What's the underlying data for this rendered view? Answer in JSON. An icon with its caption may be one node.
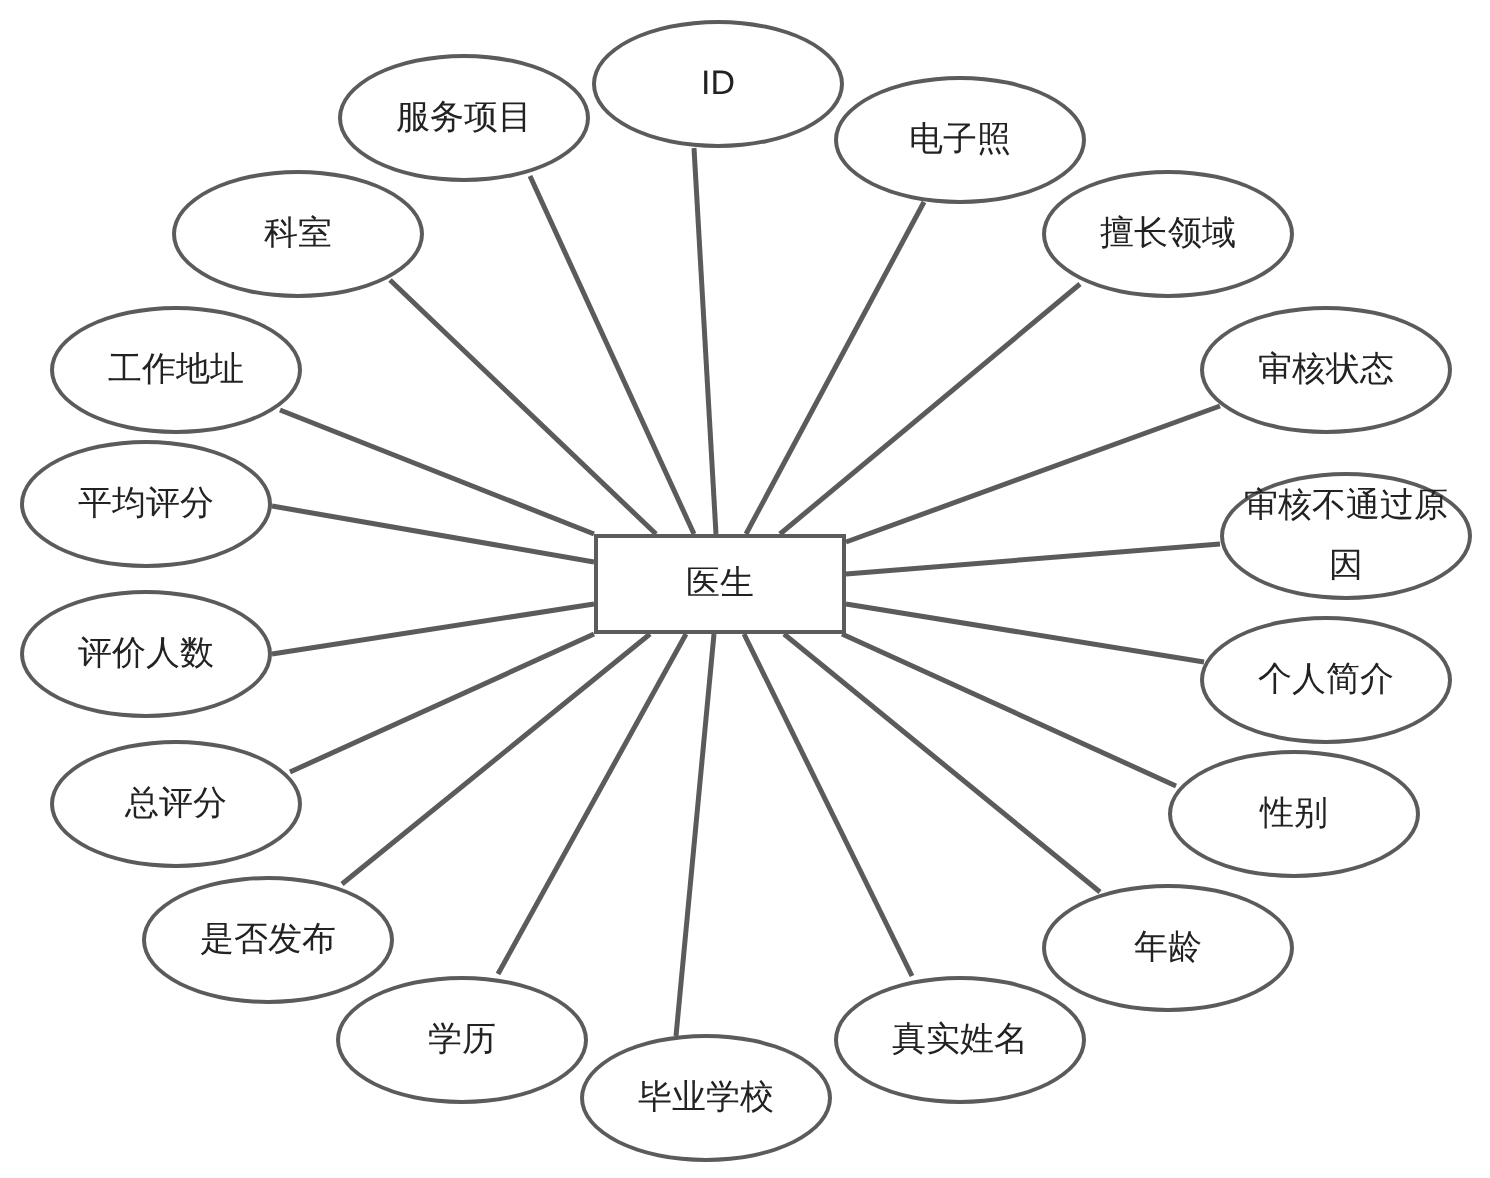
{
  "diagram": {
    "nodes": [
      {
        "text": [
          "医生"
        ]
      },
      {
        "text": [
          "ID"
        ]
      },
      {
        "text": [
          "服务项目"
        ]
      },
      {
        "text": [
          "电子照"
        ]
      },
      {
        "text": [
          "科室"
        ]
      },
      {
        "text": [
          "擅长领域"
        ]
      },
      {
        "text": [
          "工作地址"
        ]
      },
      {
        "text": [
          "审核状态"
        ]
      },
      {
        "text": [
          "平均评分"
        ]
      },
      {
        "text": [
          "审核不通过原因"
        ]
      },
      {
        "text": [
          "评价人数"
        ]
      },
      {
        "text": [
          "个人简介"
        ]
      },
      {
        "text": [
          "总评分"
        ]
      },
      {
        "text": [
          "性别"
        ]
      },
      {
        "text": [
          "是否发布"
        ]
      },
      {
        "text": [
          "年龄"
        ]
      },
      {
        "text": [
          "学历"
        ]
      },
      {
        "text": [
          "真实姓名"
        ]
      },
      {
        "text": [
          "毕业学校"
        ]
      }
    ],
    "edges": [
      {
        "from": 0,
        "to": 1,
        "arrow": "none"
      },
      {
        "from": 0,
        "to": 2,
        "arrow": "none"
      },
      {
        "from": 0,
        "to": 3,
        "arrow": "none"
      },
      {
        "from": 0,
        "to": 4,
        "arrow": "none"
      },
      {
        "from": 0,
        "to": 5,
        "arrow": "none"
      },
      {
        "from": 0,
        "to": 6,
        "arrow": "none"
      },
      {
        "from": 0,
        "to": 7,
        "arrow": "none"
      },
      {
        "from": 0,
        "to": 8,
        "arrow": "none"
      },
      {
        "from": 0,
        "to": 9,
        "arrow": "none"
      },
      {
        "from": 0,
        "to": 10,
        "arrow": "none"
      },
      {
        "from": 0,
        "to": 11,
        "arrow": "none"
      },
      {
        "from": 0,
        "to": 12,
        "arrow": "none"
      },
      {
        "from": 0,
        "to": 13,
        "arrow": "none"
      },
      {
        "from": 0,
        "to": 14,
        "arrow": "none"
      },
      {
        "from": 0,
        "to": 15,
        "arrow": "none"
      },
      {
        "from": 0,
        "to": 16,
        "arrow": "none"
      },
      {
        "from": 0,
        "to": 17,
        "arrow": "none"
      },
      {
        "from": 0,
        "to": 18,
        "arrow": "none"
      }
    ]
  }
}
